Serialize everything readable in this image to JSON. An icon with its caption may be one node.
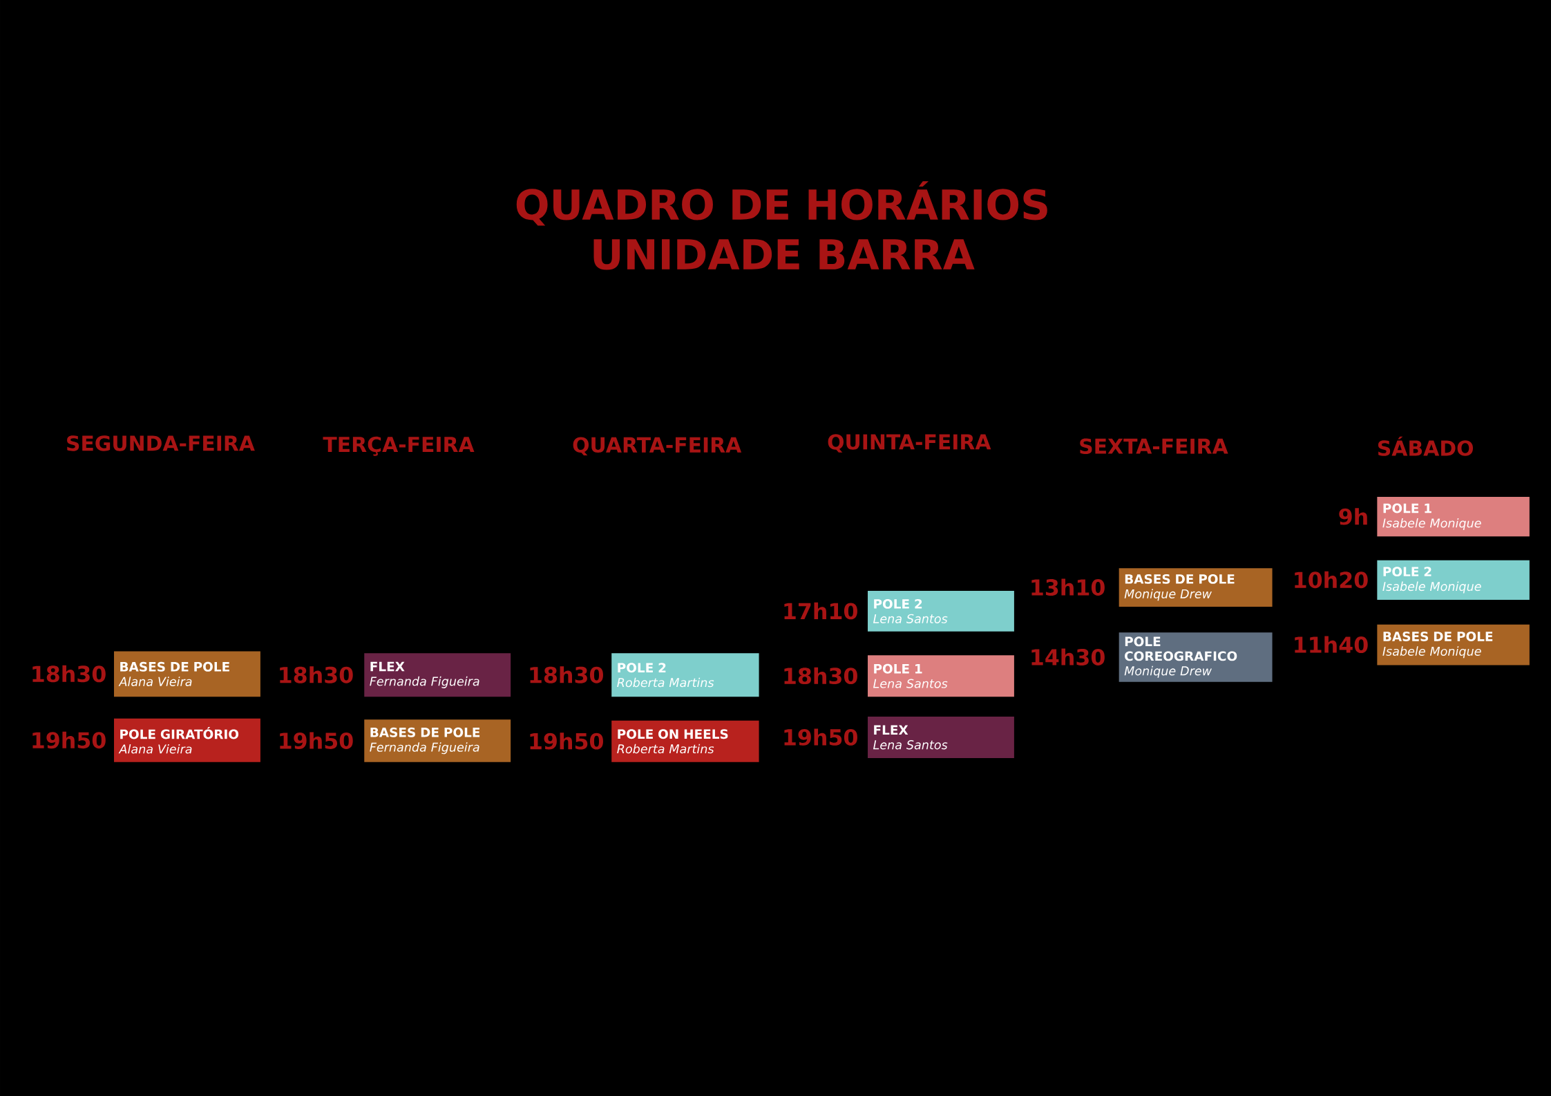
{
  "diagram": {
    "title": "QUADRO DE HORÁRIOS UNIDADE BARRA",
    "nodes": [
      {
        "text": [
          "BASES DE POLE",
          "Alana Vieira"
        ],
        "beside": [
          "18h30"
        ]
      },
      {
        "text": [
          "POLE GIRATÓRIO",
          "Alana Vieira"
        ],
        "beside": [
          "19h50"
        ]
      },
      {
        "text": [
          "FLEX",
          "Fernanda Figueira"
        ],
        "beside": [
          "18h30"
        ]
      },
      {
        "text": [
          "BASES DE POLE",
          "Fernanda Figueira"
        ],
        "beside": [
          "19h50"
        ]
      },
      {
        "text": [
          "POLE 2",
          "Roberta Martins"
        ],
        "beside": [
          "18h30"
        ]
      },
      {
        "text": [
          "POLE ON HEELS",
          "Roberta Martins"
        ],
        "beside": [
          "19h50"
        ]
      },
      {
        "text": [
          "POLE 2",
          "Lena Santos"
        ],
        "beside": [
          "17h10"
        ]
      },
      {
        "text": [
          "POLE 1",
          "Lena Santos"
        ],
        "beside": [
          "18h30"
        ]
      },
      {
        "text": [
          "FLEX",
          "Lena Santos"
        ],
        "beside": [
          "19h50"
        ]
      },
      {
        "text": [
          "BASES DE POLE",
          "Monique Drew"
        ],
        "beside": [
          "13h10"
        ]
      },
      {
        "text": [
          "POLE COREOGRAFICO",
          "Monique Drew"
        ],
        "beside": [
          "14h30"
        ]
      },
      {
        "text": [
          "POLE 1",
          "Isabele Monique"
        ],
        "beside": [
          "9h"
        ]
      },
      {
        "text": [
          "POLE 2",
          "Isabele Monique"
        ],
        "beside": [
          "10h20"
        ]
      },
      {
        "text": [
          "BASES DE POLE",
          "Isabele Monique"
        ],
        "beside": [
          "11h40"
        ]
      }
    ],
    "edges": [],
    "labels": [
      "SEGUNDA-FEIRA",
      "TERÇA-FEIRA",
      "QUARTA-FEIRA",
      "QUINTA-FEIRA",
      "SEXTA-FEIRA",
      "SÁBADO"
    ]
  }
}
